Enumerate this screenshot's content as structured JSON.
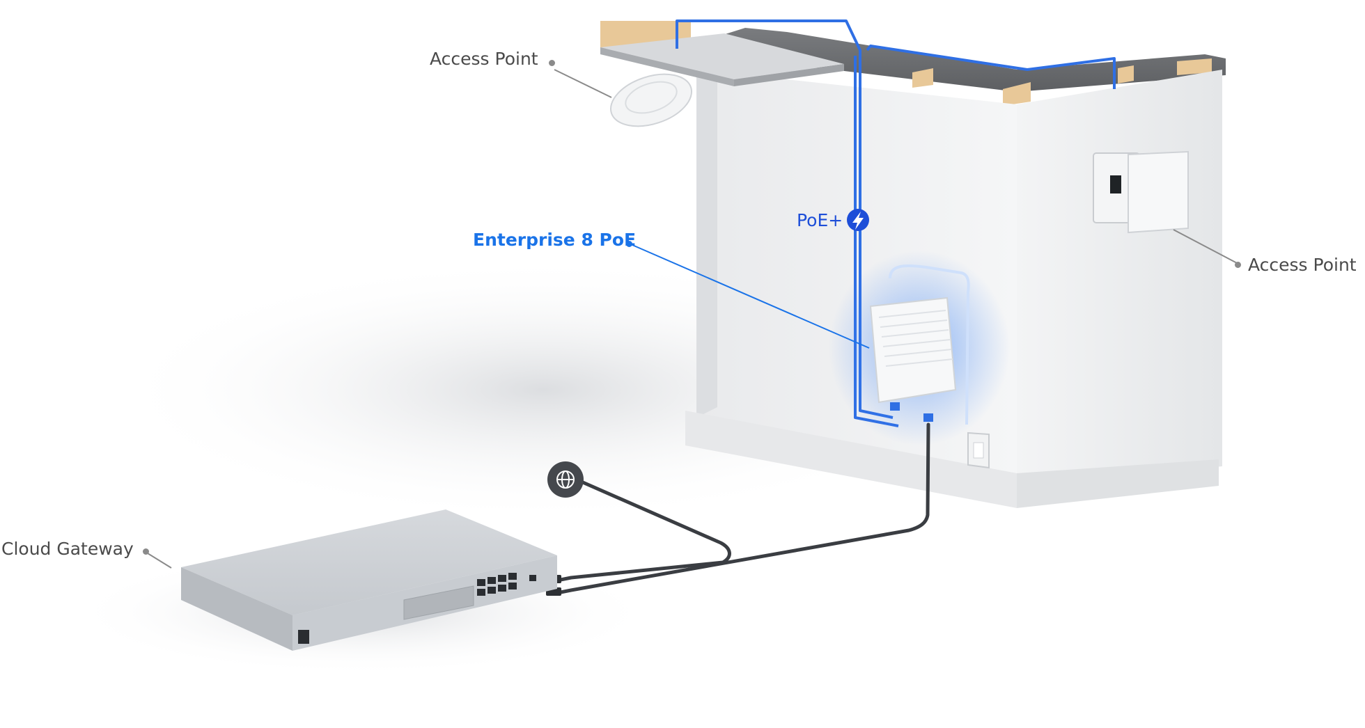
{
  "labels": {
    "ap_ceiling": "Access Point",
    "ap_wall": "Access Point",
    "switch": "Enterprise 8 PoE",
    "power": "PoE+",
    "gateway": "Cloud Gateway"
  },
  "icons": {
    "internet": "globe-icon",
    "power": "lightning-bolt-icon"
  },
  "colors": {
    "accent": "#1a73e8",
    "cable_blue": "#2f6fe4",
    "cable_dark": "#3a3d42",
    "label_gray": "#4a4a4a",
    "leader_gray": "#8a8a8a"
  }
}
